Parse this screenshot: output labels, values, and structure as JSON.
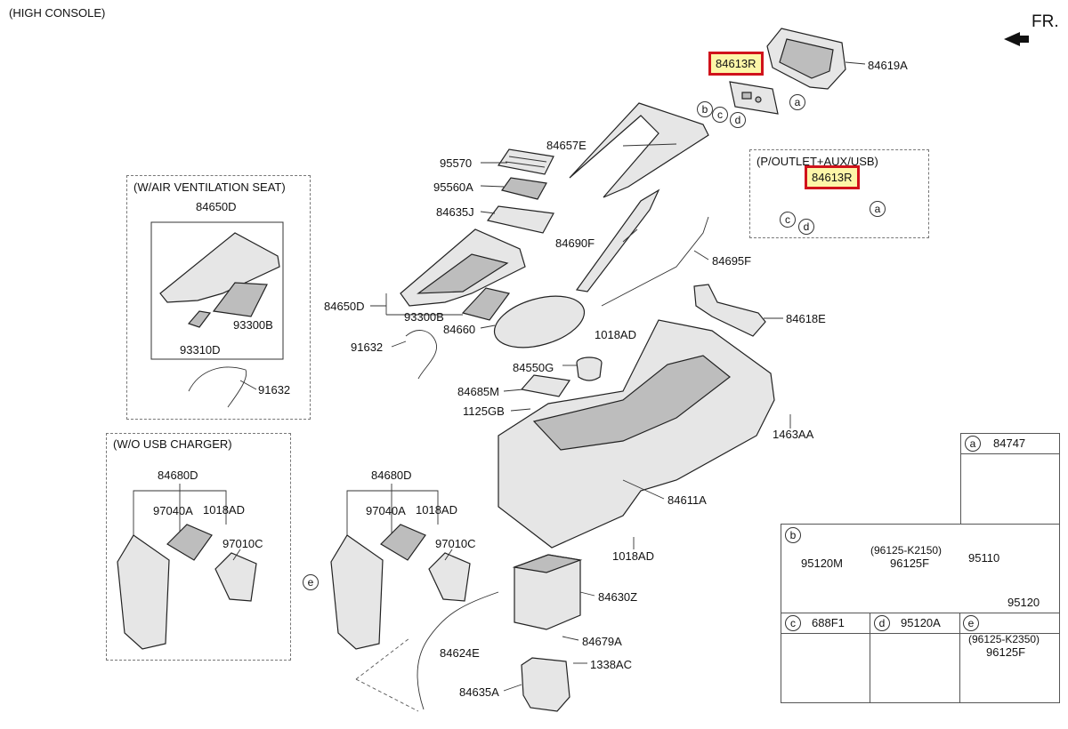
{
  "title": "(HIGH CONSOLE)",
  "front_marker": "FR.",
  "highlighted_parts": [
    "84613R",
    "84613R"
  ],
  "groups": {
    "air_vent_seat": "(W/AIR VENTILATION SEAT)",
    "outlet_aux_usb": "(P/OUTLET+AUX/USB)",
    "usb_charger": "(W/O USB CHARGER)"
  },
  "callouts": {
    "c84619A": "84619A",
    "c84657E": "84657E",
    "c95570": "95570",
    "c95560A": "95560A",
    "c84635J": "84635J",
    "c84690F": "84690F",
    "c84695F": "84695F",
    "c84650D_main": "84650D",
    "c93300B_main": "93300B",
    "c84660": "84660",
    "c1018AD_top": "1018AD",
    "c91632_main": "91632",
    "c84550G": "84550G",
    "c84685M": "84685M",
    "c1125GB": "1125GB",
    "c84618E": "84618E",
    "c1463AA": "1463AA",
    "c84611A": "84611A",
    "c1018AD_mid": "1018AD",
    "c84630Z": "84630Z",
    "c84679A": "84679A",
    "c84624E": "84624E",
    "c1338AC": "1338AC",
    "c84635A": "84635A",
    "v84650D": "84650D",
    "v93300B": "93300B",
    "v93310D": "93310D",
    "v91632": "91632",
    "u84680D": "84680D",
    "u97040A": "97040A",
    "u1018AD": "1018AD",
    "u97010C": "97010C",
    "m84680D": "84680D",
    "m97040A": "97040A",
    "m1018AD": "1018AD",
    "m97010C": "97010C"
  },
  "ref_letters": {
    "a1": "a",
    "b1": "b",
    "c1": "c",
    "d1": "d",
    "a2": "a",
    "c2": "c",
    "d2": "d",
    "e1": "e"
  },
  "legend": {
    "a": {
      "letter": "a",
      "part": "84747"
    },
    "b": {
      "letter": "b",
      "p1": "95120M",
      "p2_note": "(96125-K2150)",
      "p2": "96125F",
      "p3": "95110",
      "p4": "95120"
    },
    "c": {
      "letter": "c",
      "part": "688F1"
    },
    "d": {
      "letter": "d",
      "part": "95120A"
    },
    "e": {
      "letter": "e",
      "note": "(96125-K2350)",
      "part": "96125F"
    }
  }
}
